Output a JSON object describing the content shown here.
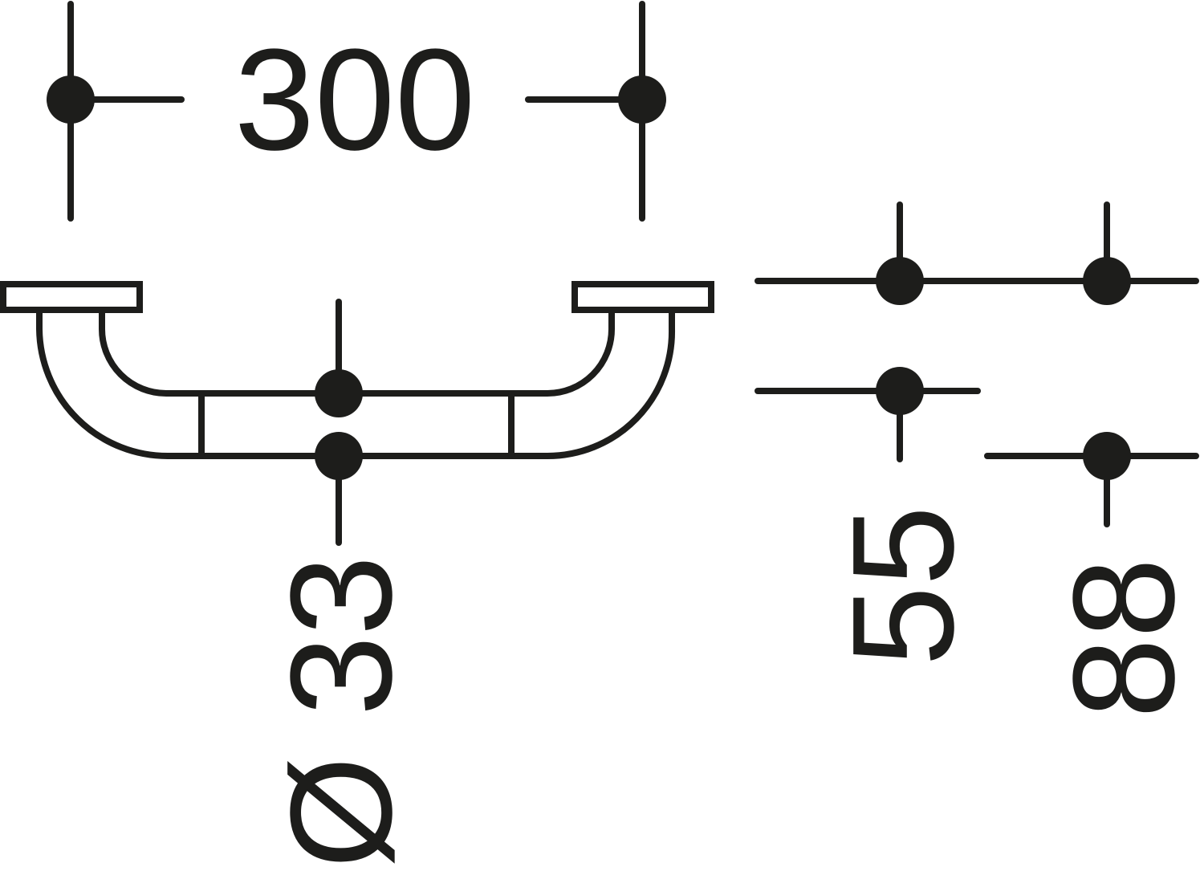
{
  "dimensions": {
    "length": "300",
    "diameter": "Ø 33",
    "depth_inner": "55",
    "depth_outer": "88"
  },
  "colors": {
    "ink": "#1d1d1b",
    "background": "#ffffff"
  }
}
